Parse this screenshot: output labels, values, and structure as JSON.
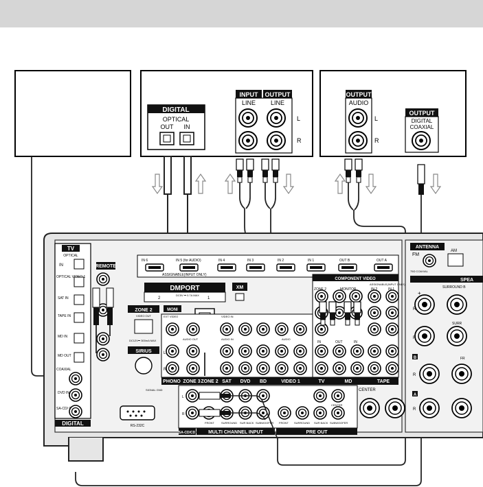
{
  "dvd_box": {
    "digital_title": "DIGITAL",
    "optical_label": "OPTICAL",
    "out_label": "OUT",
    "in_label": "IN",
    "input_title": "INPUT",
    "output_title": "OUTPUT",
    "line_in": "LINE",
    "line_out": "LINE",
    "l_label": "L",
    "r_label": "R"
  },
  "cd_box": {
    "output_title": "OUTPUT",
    "audio_label": "AUDIO",
    "l_label": "L",
    "r_label": "R",
    "output_title_2": "OUTPUT",
    "digital_label": "DIGITAL",
    "coaxial_label": "COAXIAL"
  },
  "receiver": {
    "tv_title": "TV",
    "optical_small": "OPTICAL",
    "in": "IN",
    "optical_video1": "OPTICAL VIDEO 1",
    "sat_in": "SAT IN",
    "tape_in": "TAPE IN",
    "md_in": "MD IN",
    "md_out": "MD OUT",
    "coaxial": "COAXIAL",
    "dvd_in": "DVD IN",
    "sacd_cd_in": "SA-CD/ CD IN",
    "assignable_small": "ASSIGNABLE INPUT ONLY",
    "digital_footer": "DIGITAL",
    "remote": "REMOTE",
    "zone2": "ZONE 2",
    "video_out": "VIDEO OUT",
    "dc_note": "DC12V⎓ 300mA MAX",
    "sirius": "SIRIUS",
    "monitor": "MONI",
    "dmport": "DMPORT",
    "dmport_2": "2",
    "dmport_1": "1",
    "dmport_dc": "DC5V ⎓ 0.7A MAX",
    "xm": "XM",
    "rs232c": "RS-232C",
    "signal_gnd": "SIGNAL GND",
    "hdmi_labels": [
      "IN 6",
      "IN 5 (for AUDIO)",
      "IN 4",
      "IN 3",
      "IN 2",
      "IN 1",
      "OUT B",
      "OUT A"
    ],
    "hdmi_assign": "ASSIGNABLE(INPUT ONLY)",
    "component_video": "COMPONENT VIDEO",
    "component_assign": "ASSIGNABLE(INPUT ONLY)",
    "comp_cols": [
      "ZONE 2",
      "MONITOR",
      "IN 2",
      "IN 1"
    ],
    "antenna": "ANTENNA",
    "fm": "FM",
    "am": "AM",
    "coaxial_75": "75Ω COAXIAL",
    "speakers": "SPEA",
    "surround_b": "SURROUND B",
    "surr": "SURR",
    "fr": "FR",
    "center": "CENTER",
    "ext_video": "EXT VIDEO",
    "video_in": "VIDEO IN",
    "audio_in": "AUDIO IN",
    "audio_out": "AUDIO OUT",
    "audio": "AUDIO",
    "in_label": "IN",
    "out_label": "OUT",
    "footer_row": [
      "PHONO",
      "ZONE 3",
      "ZONE 2",
      "SAT",
      "DVD",
      "BD",
      "VIDEO 1",
      "TV",
      "MD",
      "TAPE"
    ],
    "multi_ch_sub": [
      "FRONT",
      "SURROUND",
      "SUR BACK",
      "SUBWOOFER"
    ],
    "pre_out_sub": [
      "FRONT",
      "SURROUND",
      "SUR BACK",
      "SUBWOOFER"
    ],
    "center_small": "CENTER",
    "sacd_cd": "SA-CD/CD",
    "multi_channel_input": "MULTI CHANNEL INPUT",
    "pre_out": "PRE OUT",
    "L": "L",
    "R": "R",
    "A": "A",
    "B": "B",
    "plus": "+",
    "minus": "−"
  },
  "colors": {
    "panel": "#e2e2e2",
    "panel_edge": "#3a3a3a",
    "label_bg": "#1a1a1a",
    "cable": "#333333",
    "arrow": "#9a9a9a"
  }
}
